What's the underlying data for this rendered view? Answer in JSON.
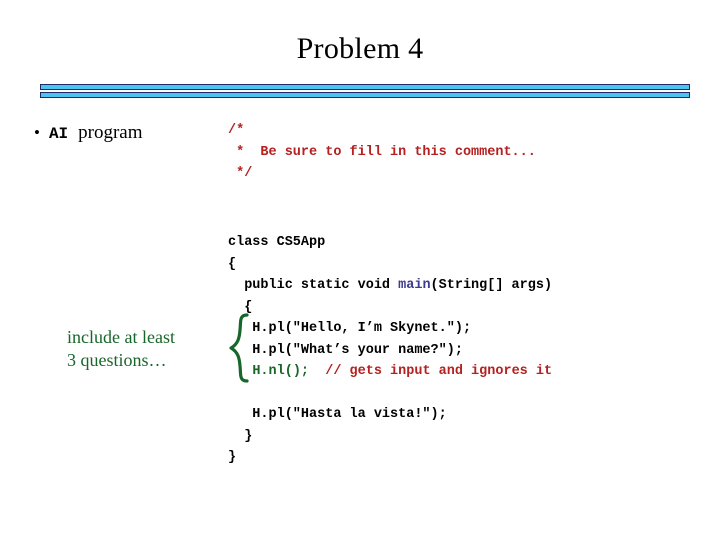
{
  "slide": {
    "title": "Problem 4",
    "background_color": "#ffffff"
  },
  "rule": {
    "fill_color": "#4cc3f0",
    "border_color": "#1d2a63",
    "bar_count": 2
  },
  "bullet": {
    "marker": "•",
    "mono_text": "AI",
    "serif_text": "program"
  },
  "comment_block": {
    "color": "#b52020",
    "lines": [
      "/*",
      " *  Be sure to fill in this comment...",
      " */"
    ]
  },
  "code_block": {
    "color": "#000000",
    "keyword_color": "#3b3b8f",
    "green_color": "#18662a",
    "red_color": "#b52020",
    "line1": "class CS5App",
    "line2": "{",
    "line3_a": "  public static void ",
    "line3_main": "main",
    "line3_b": "(String[] args)",
    "line4": "  {",
    "line5": "   H.pl(\"Hello, I’m Skynet.\");",
    "line6": "   H.pl(\"What’s your name?\");",
    "line7_a": "   ",
    "line7_call": "H.nl();",
    "line7_gap": "  ",
    "line7_comment": "// gets input and ignores it",
    "line8": "",
    "line9": "   H.pl(\"Hasta la vista!\");",
    "line10": "  }",
    "line11": "}"
  },
  "annotation": {
    "color": "#18662a",
    "line1": "include at least",
    "line2": "3 questions…",
    "brace_glyph": "left-curly-brace"
  }
}
